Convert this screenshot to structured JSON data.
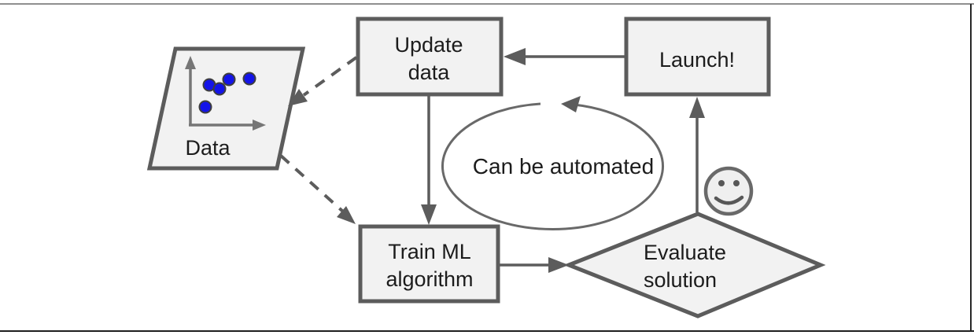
{
  "palette": {
    "shape_fill": "#f2f2f2",
    "shape_stroke": "#5c5c5c",
    "text_color": "#1c1c1c",
    "scatter_dot_blue": "#1414e8",
    "frame_top_gray": "#8f8f8f",
    "frame_dark": "#222222"
  },
  "nodes": {
    "data": {
      "label": "Data",
      "shape": "parallelogram",
      "icon": "scatter-plot-icon",
      "scatter_point_count": 5
    },
    "update_data": {
      "label": "Update data",
      "lines": [
        "Update",
        "data"
      ],
      "shape": "rectangle"
    },
    "launch": {
      "label": "Launch!",
      "shape": "rectangle"
    },
    "train_ml": {
      "label": "Train ML algorithm",
      "lines": [
        "Train ML",
        "algorithm"
      ],
      "shape": "rectangle"
    },
    "evaluate": {
      "label": "Evaluate solution",
      "lines": [
        "Evaluate",
        "solution"
      ],
      "shape": "diamond"
    }
  },
  "loop_annotation": {
    "label": "Can be automated",
    "icon": "circular-arrow-icon",
    "direction": "counterclockwise"
  },
  "smiley": {
    "icon": "smiley-face-icon"
  },
  "edges": [
    {
      "from": "launch",
      "to": "update_data",
      "style": "solid"
    },
    {
      "from": "update_data",
      "to": "train_ml",
      "style": "solid"
    },
    {
      "from": "train_ml",
      "to": "evaluate",
      "style": "solid"
    },
    {
      "from": "evaluate",
      "to": "launch",
      "style": "solid"
    },
    {
      "from": "update_data",
      "to": "data",
      "style": "dashed"
    },
    {
      "from": "data",
      "to": "train_ml",
      "style": "dashed"
    }
  ]
}
